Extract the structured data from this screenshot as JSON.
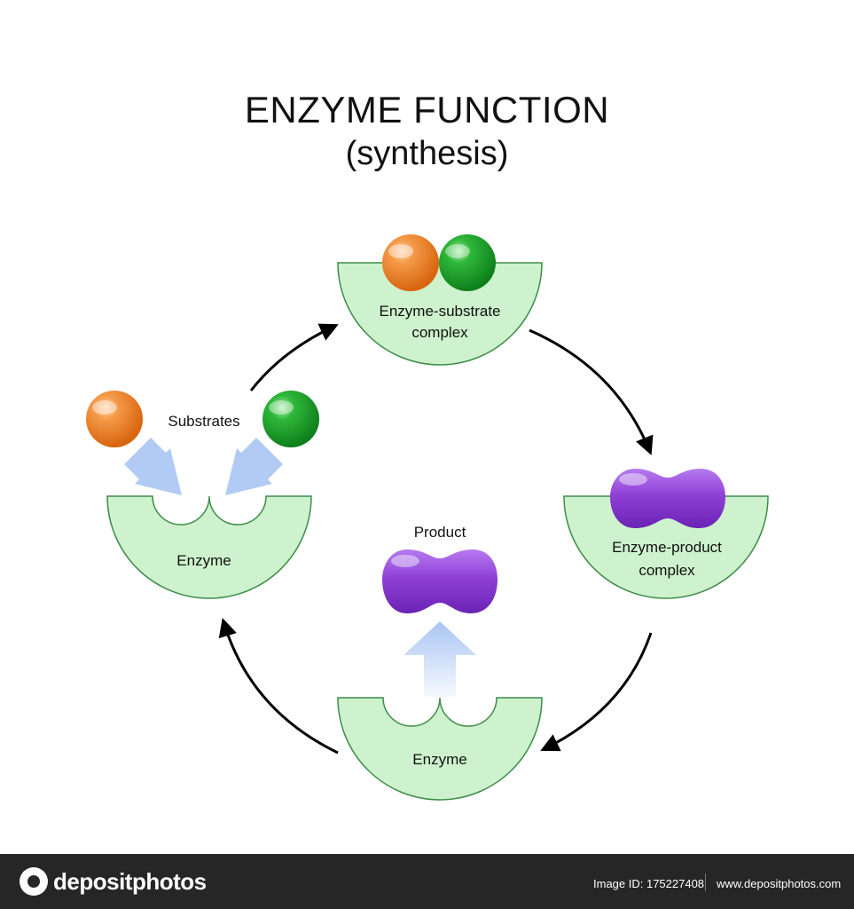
{
  "title": "ENZYME FUNCTION",
  "subtitle": "(synthesis)",
  "labels": {
    "substrates": "Substrates",
    "enzyme_left": "Enzyme",
    "complex_top_line1": "Enzyme-substrate",
    "complex_top_line2": "complex",
    "complex_right_line1": "Enzyme-product",
    "complex_right_line2": "complex",
    "product": "Product",
    "enzyme_bottom": "Enzyme"
  },
  "colors": {
    "enzyme_fill": "#cdf2cd",
    "enzyme_stroke": "#3f8c4a",
    "substrate_orange": "#e8781a",
    "substrate_green": "#189a26",
    "product_purple": "#8f3fd6",
    "flow_arrow": "#a9c5f3",
    "cycle_arrow": "#000000"
  },
  "footer": {
    "brand": "depositphotos",
    "image_id": "Image ID: 175227408",
    "site": "www.depositphotos.com"
  }
}
